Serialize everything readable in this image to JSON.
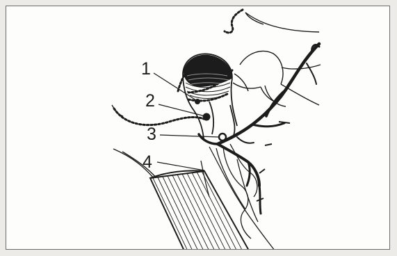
{
  "colors": {
    "background": "#ecebe7",
    "panel": "#fdfdfb",
    "border": "#6b6b6b",
    "ink": "#1c1c1c"
  },
  "callouts": [
    {
      "label": "1"
    },
    {
      "label": "2"
    },
    {
      "label": "3"
    },
    {
      "label": "4"
    }
  ]
}
